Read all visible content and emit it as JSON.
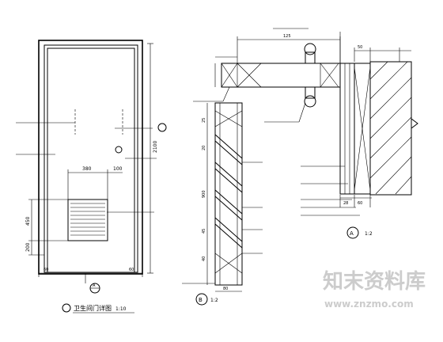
{
  "drawing": {
    "elevation_title": "卫生间门详图",
    "elevation_scale": "1:10",
    "elevation_marker": "A",
    "section_a_label": "A",
    "section_a_scale": "1:2",
    "section_b_label": "B",
    "section_b_scale": "1:2",
    "dimensions": {
      "door_height": "2100",
      "louver_width": "380",
      "louver_height": "450",
      "bottom_offset": "200",
      "side_offset": "100",
      "door_width_left": "60",
      "door_width_right": "60",
      "section_top": "125",
      "section_depth": "50",
      "section_a_mid": "900",
      "section_b_a": "25",
      "section_b_b": "20",
      "section_b_c": "45",
      "section_b_d": "40",
      "section_b_e": "80",
      "section_b_f": "28",
      "section_b_g": "60"
    }
  },
  "watermark": {
    "cn": "知末资料库",
    "url": "www.znzmo.com"
  }
}
